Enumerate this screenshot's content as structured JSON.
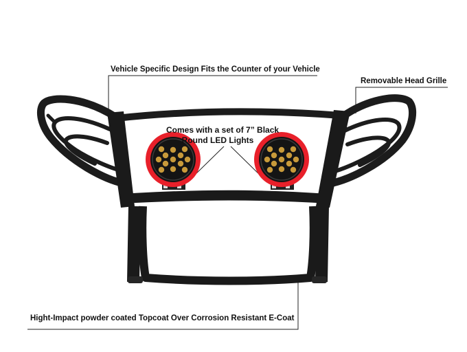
{
  "callouts": {
    "vehicle_specific": "Vehicle Specific Design Fits the Counter of your Vehicle",
    "head_grille": "Removable Head Grille",
    "lights_line1": "Comes with a set of 7” Black",
    "lights_line2": "Round LED Lights",
    "coating": "Hight-Impact powder coated Topcoat Over Corrosion Resistant E-Coat"
  },
  "colors": {
    "frame": "#1a1a1a",
    "light_housing": "#e8202a",
    "light_lens": "#141414",
    "led": "#c89a3a",
    "leader_line": "#222222"
  }
}
